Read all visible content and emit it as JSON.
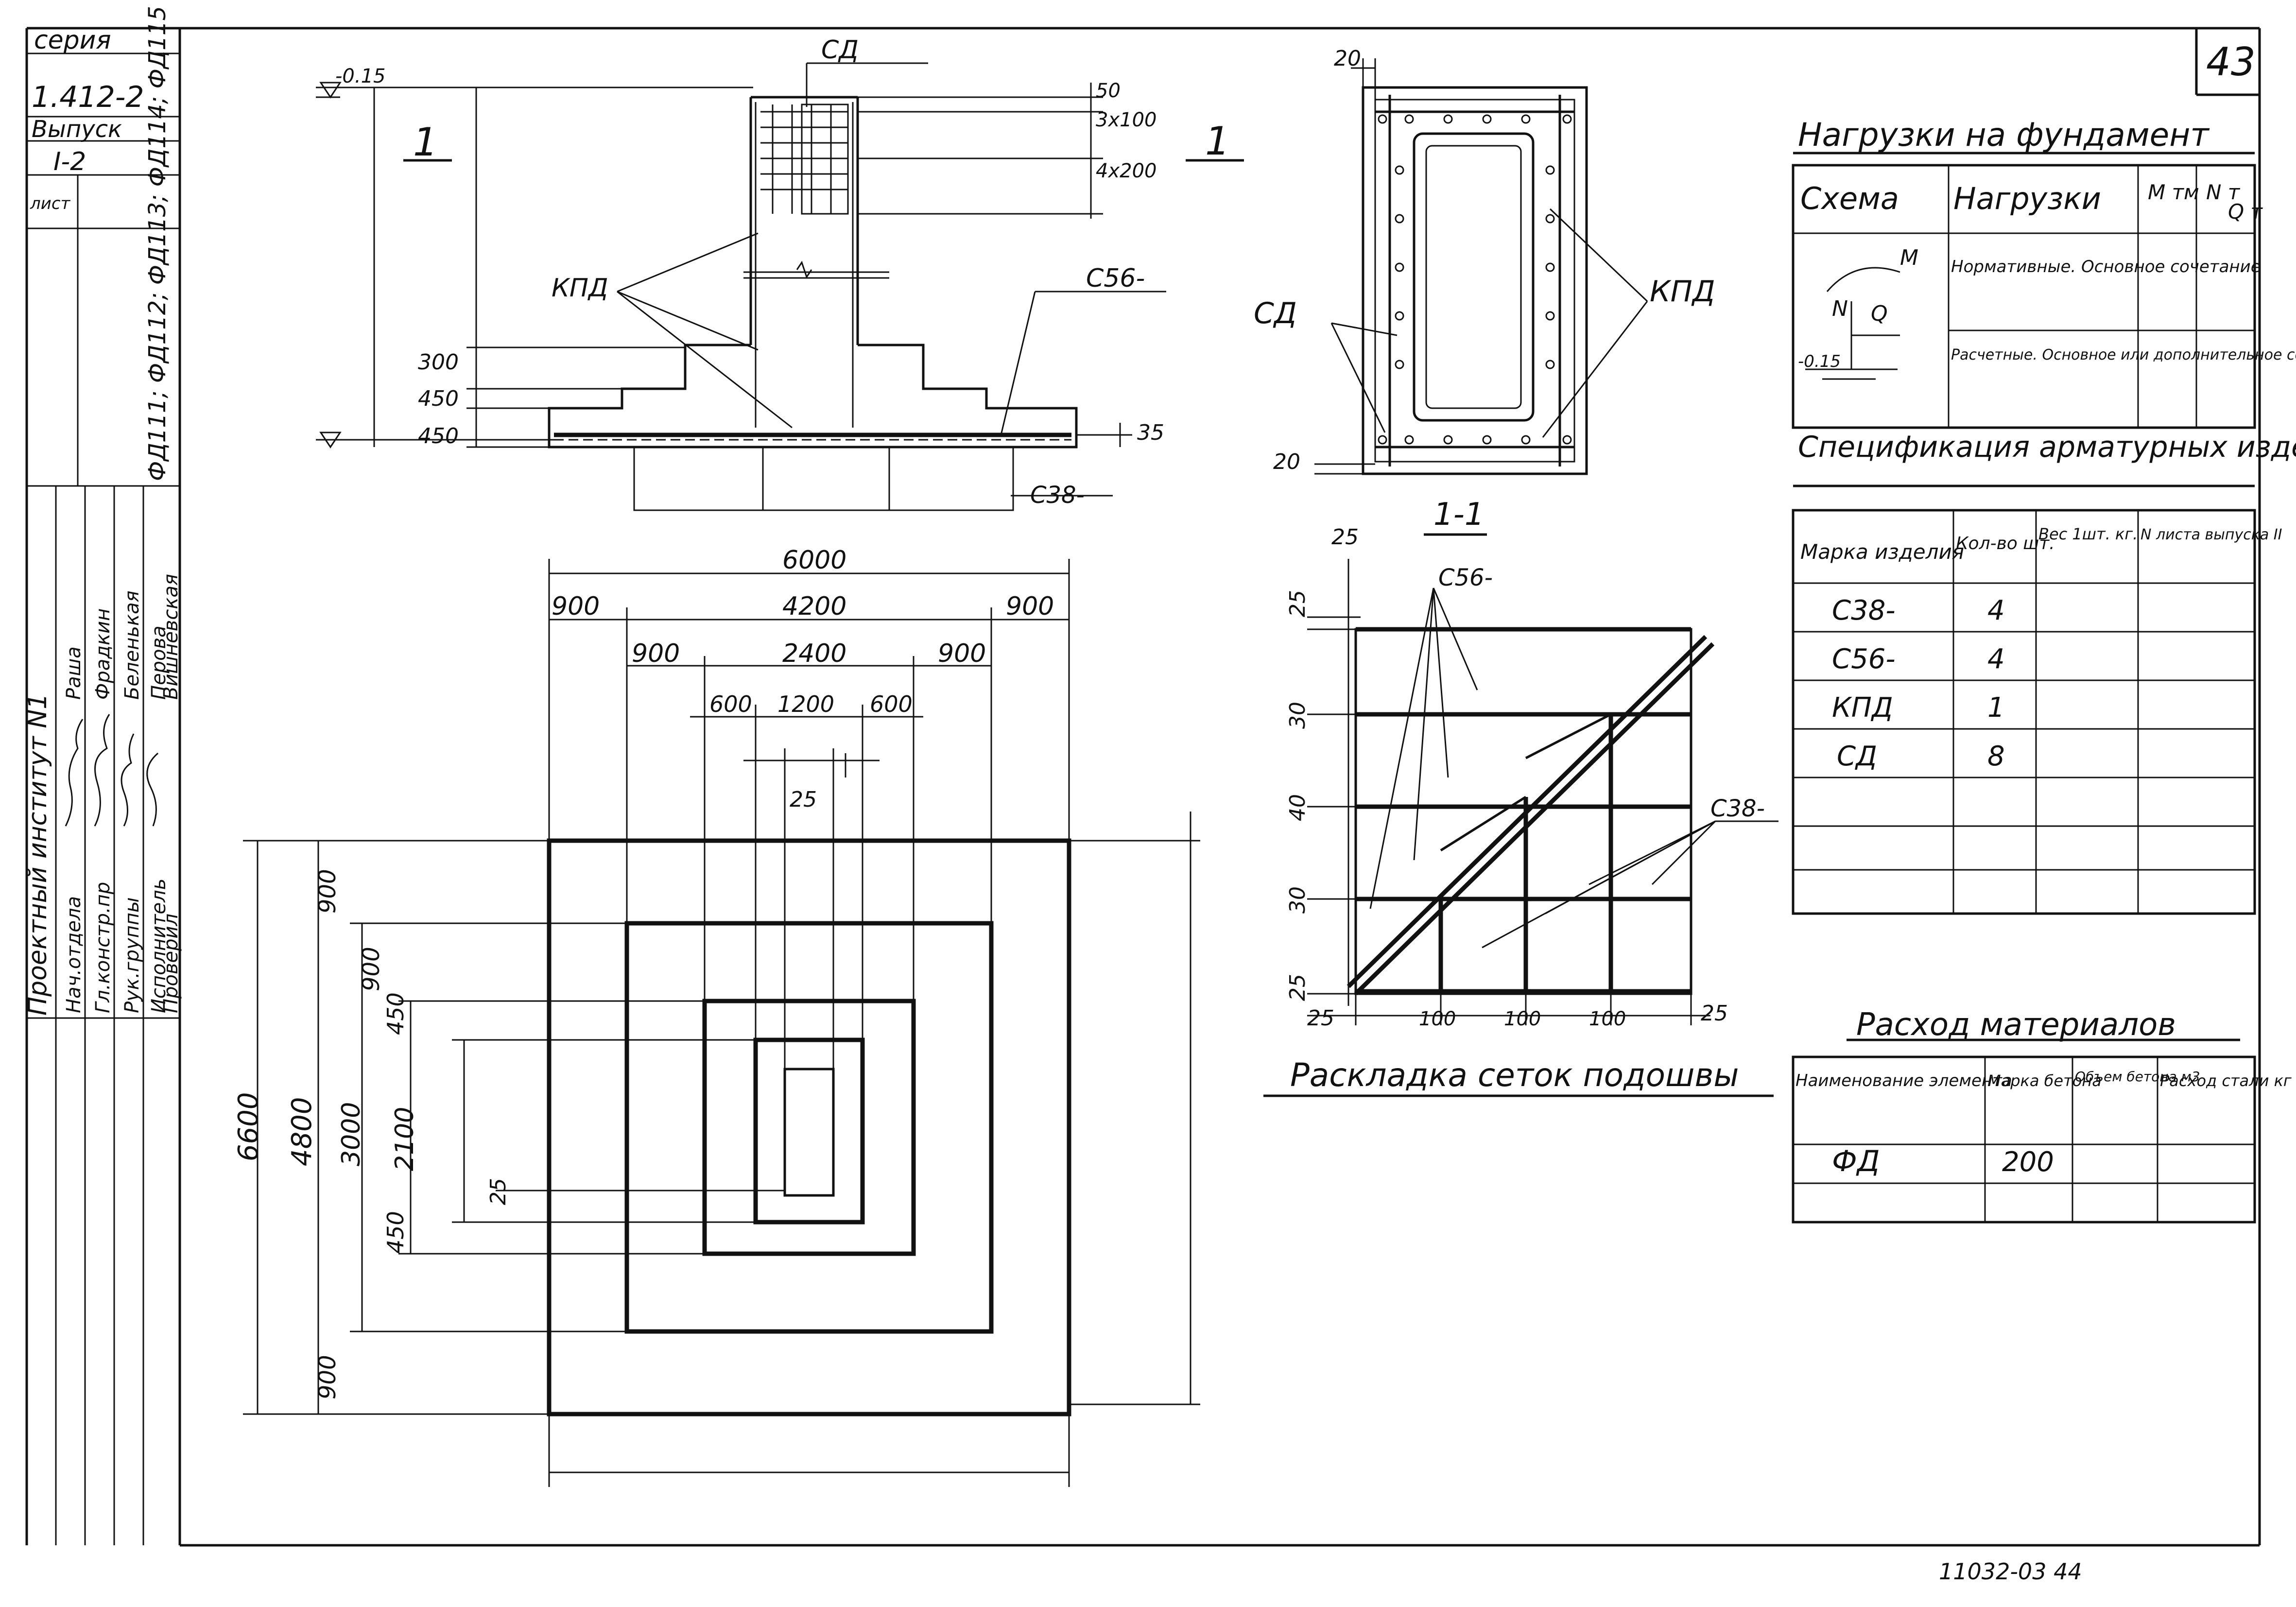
{
  "stamp": {
    "series_label": "серия",
    "series_value": "1.412-2",
    "issue_label": "Выпуск",
    "issue_value": "I-2",
    "sheet_label": "лист",
    "products": "ФД111; ФД112; ФД113; ФД114; ФД115",
    "institute": "Проектный институт N1",
    "roles": [
      "Нач.отдела",
      "Гл.констр.пр",
      "Рук.группы",
      "Исполнитель",
      "Проверил"
    ],
    "names": [
      "Раша",
      "Фрадкин",
      "Беленькая",
      "Перова",
      "Вишневская"
    ]
  },
  "sheet_number": "43",
  "footer_code": "11032-03   44",
  "section_view": {
    "label": "1",
    "labels": {
      "sd": "СД",
      "kpd": "КПД",
      "c56": "С56-",
      "c38": "С38-",
      "elev_top": "-0.15",
      "dims_left": [
        "300",
        "450",
        "450"
      ],
      "dims_right": [
        "50",
        "3x100",
        "4x200"
      ],
      "dim_bottom": "35"
    }
  },
  "column_plan": {
    "labels": {
      "sd": "СД",
      "kpd": "КПД",
      "dim_top": "20",
      "dim_bottom": "20"
    }
  },
  "plan_view": {
    "h_dims": [
      "6000",
      "900",
      "4200",
      "900",
      "900",
      "2400",
      "900",
      "600",
      "1200",
      "600",
      "25"
    ],
    "v_dims": [
      "6600",
      "900",
      "4800",
      "900",
      "900",
      "3000",
      "450",
      "2100",
      "450",
      "25"
    ]
  },
  "mesh_detail": {
    "title": "1-1",
    "caption": "Раскладка сеток подошвы",
    "labels": {
      "c56": "С56-",
      "c38": "С38-"
    },
    "v_dims": [
      "25",
      "25",
      "30",
      "40",
      "30",
      "25"
    ],
    "h_dims": [
      "25",
      "100",
      "100",
      "100",
      "25"
    ]
  },
  "loads_table": {
    "title": "Нагрузки на фундамент",
    "headers": [
      "Схема",
      "Нагрузки",
      "M тм",
      "N т",
      "Q т"
    ],
    "rows": [
      "Нормативные. Основное сочетание",
      "Расчетные. Основное или дополнительное сочетание"
    ],
    "scheme_labels": [
      "M",
      "N",
      "Q",
      "-0.15"
    ]
  },
  "spec_table": {
    "title": "Спецификация арматурных изделий на один фундамент",
    "headers": [
      "Марка изделия",
      "Кол-во шт.",
      "Вес 1шт. кг.",
      "N листа выпуска II"
    ],
    "rows": [
      [
        "С38-",
        "4",
        "",
        ""
      ],
      [
        "С56-",
        "4",
        "",
        ""
      ],
      [
        "КПД",
        "1",
        "",
        ""
      ],
      [
        "СД",
        "8",
        "",
        ""
      ]
    ]
  },
  "materials_table": {
    "title": "Расход материалов",
    "headers": [
      "Наименование элемента",
      "Марка бетона",
      "Объем бетона м3",
      "Расход стали кг"
    ],
    "rows": [
      [
        "ФД",
        "200",
        "",
        ""
      ]
    ]
  }
}
